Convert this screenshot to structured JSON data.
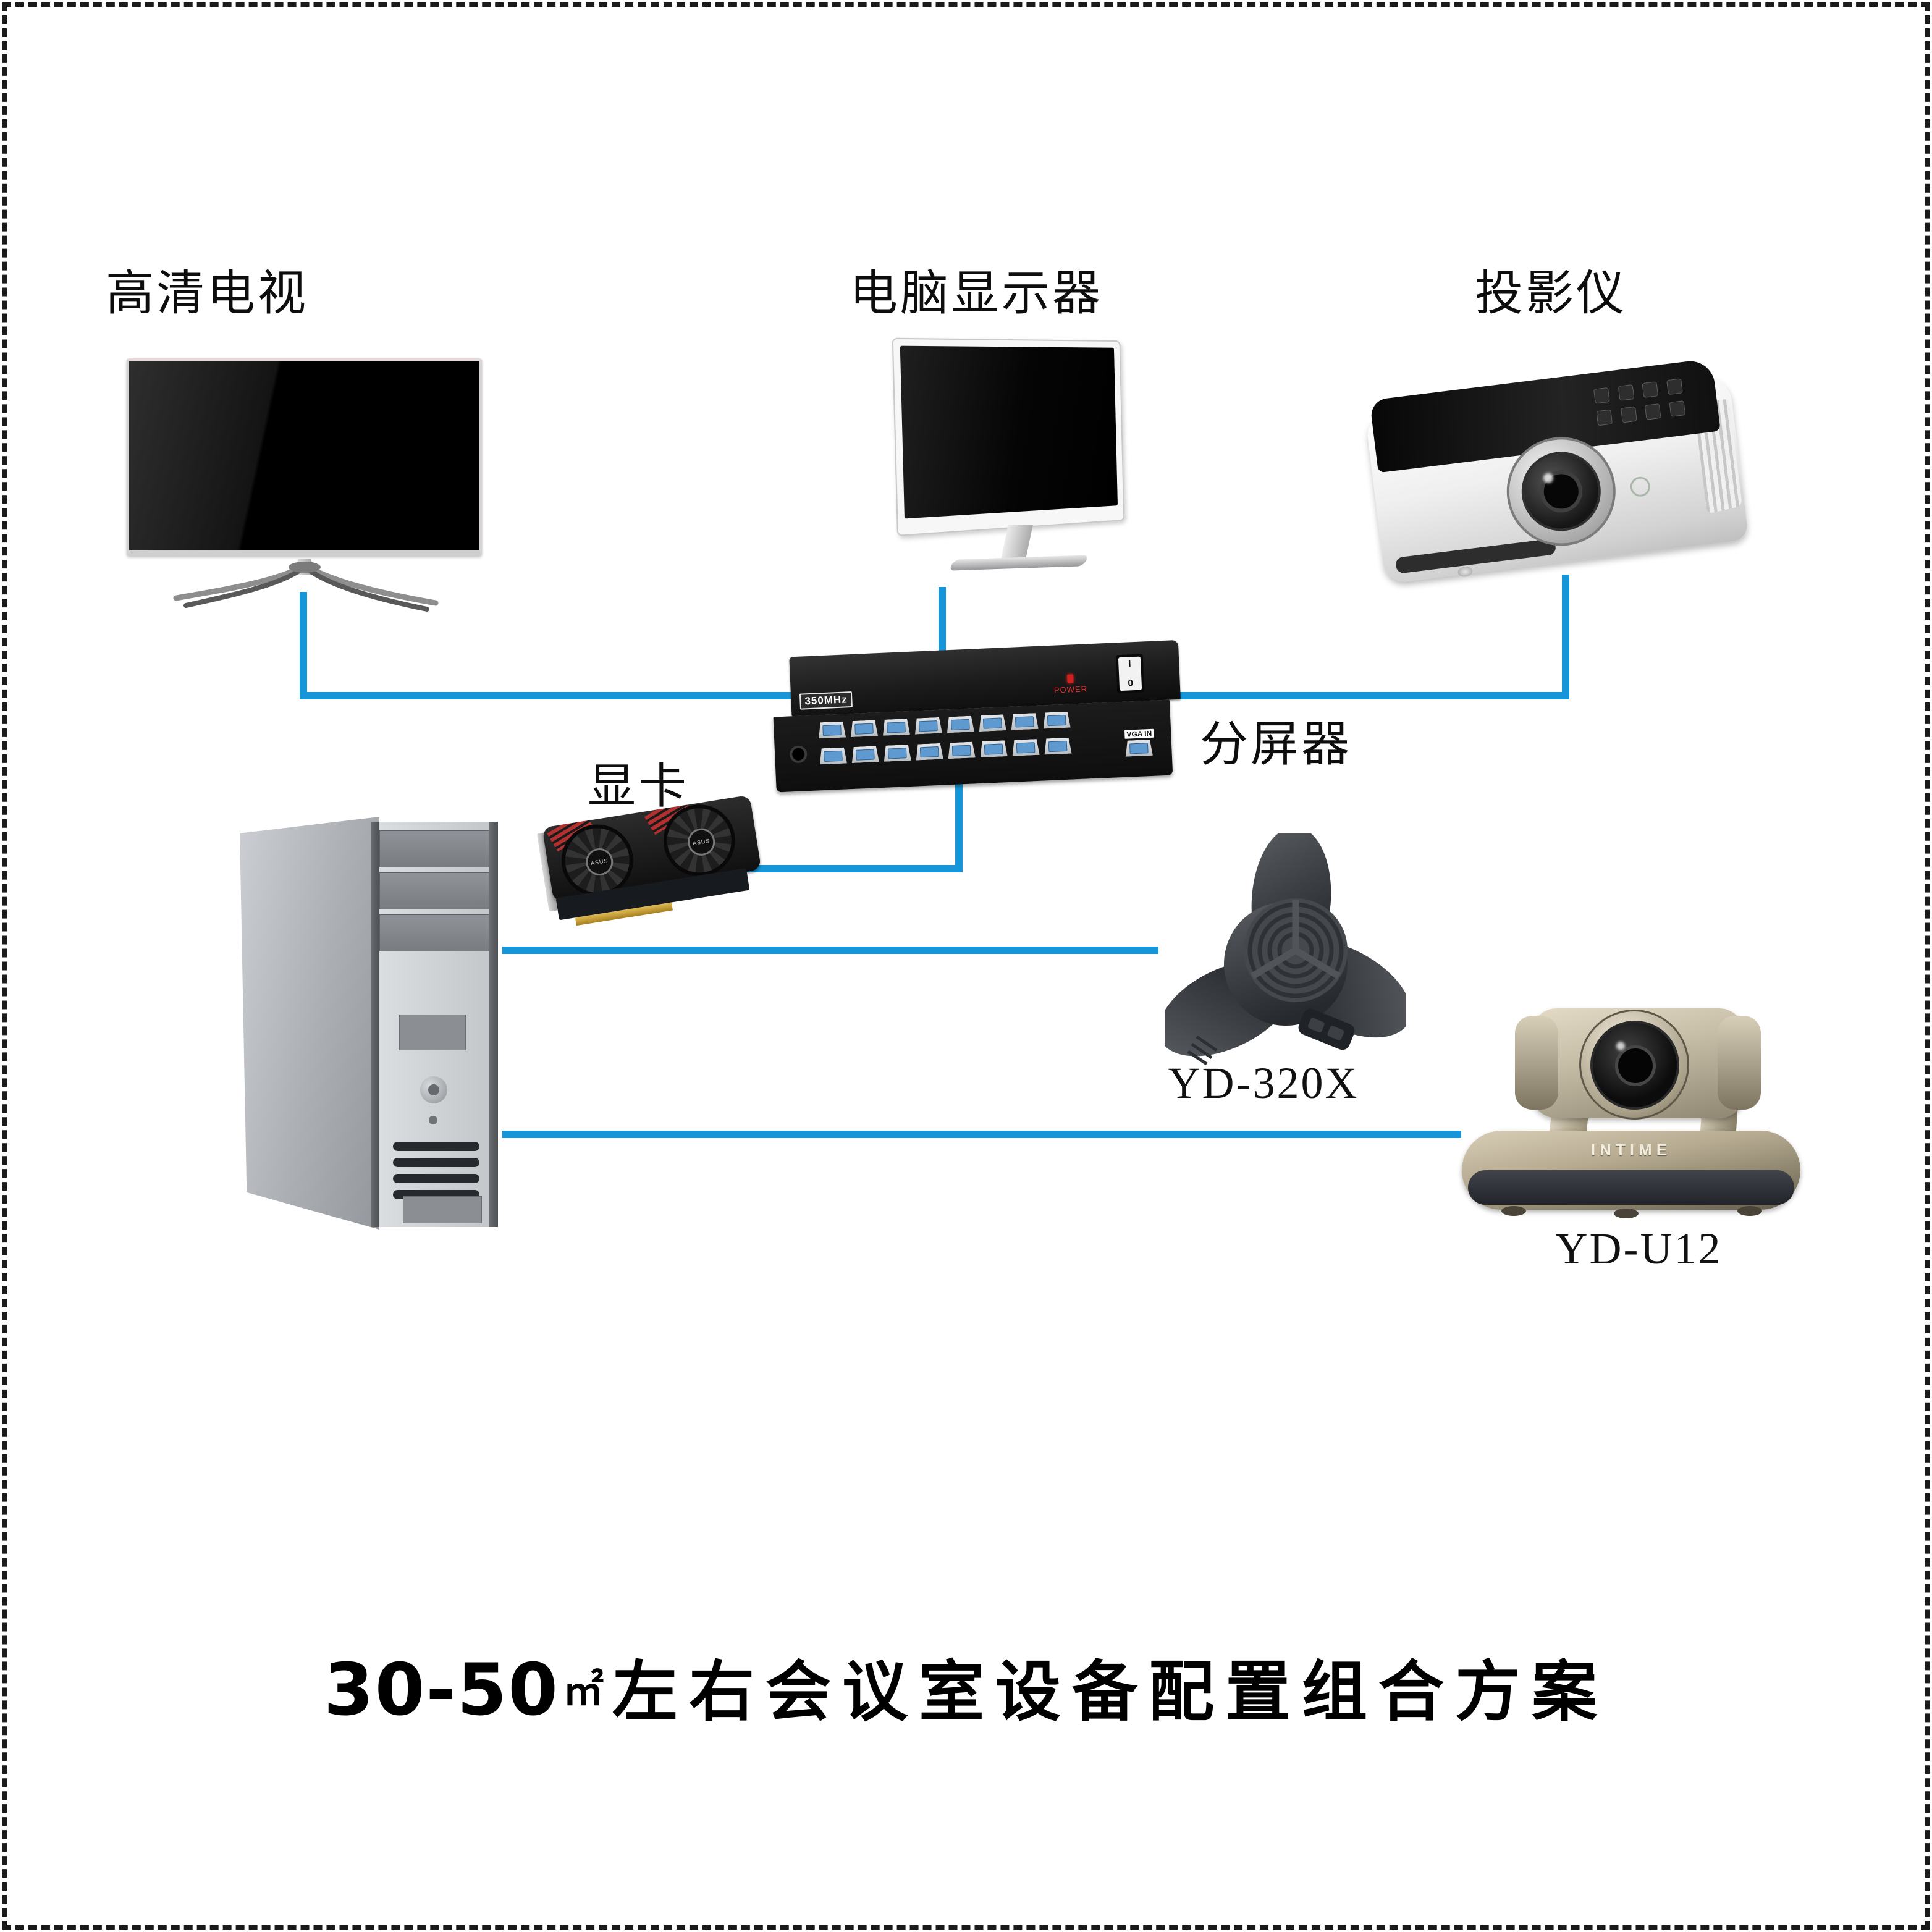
{
  "page": {
    "background": "#ffffff",
    "border_color": "#1a1a1a",
    "accent_blue": "#1696d8"
  },
  "labels": {
    "tv": "高清电视",
    "monitor": "电脑显示器",
    "projector": "投影仪",
    "splitter": "分屏器",
    "graphics_card": "显卡",
    "speakerphone_model": "YD-320X",
    "camera_model": "YD-U12"
  },
  "devices": {
    "splitter": {
      "badge": "350MHz",
      "power_label": "POWER",
      "switch_on": "I",
      "switch_off": "0",
      "input_label": "VGA IN",
      "output_ports": 16
    },
    "graphics_card_brand": "ASUS",
    "camera_brand": "INTIME"
  },
  "title": {
    "prefix": "30-50",
    "unit": "㎡",
    "text": "左右会议室设备配置组合方案"
  }
}
